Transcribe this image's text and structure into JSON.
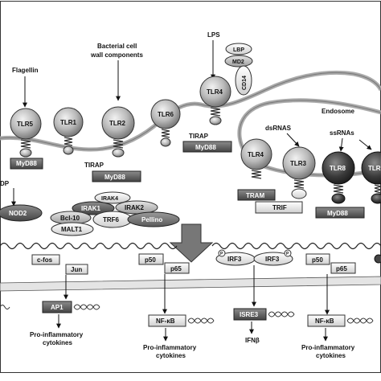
{
  "ligands": {
    "lps": "LPS",
    "flagellin": "Flagellin",
    "bacterial_line1": "Bacterial cell",
    "bacterial_line2": "wall components",
    "dsrnas": "dsRNAS",
    "ssrnas": "ssRNAs"
  },
  "co_receptors": {
    "lbp": "LBP",
    "md2": "MD2",
    "cd14": "CD14"
  },
  "receptors": {
    "tlr5": "TLR5",
    "tlr1": "TLR1",
    "tlr2": "TLR2",
    "tlr6": "TLR6",
    "tlr4": "TLR4",
    "tlr4_endo": "TLR4",
    "tlr3": "TLR3",
    "tlr8": "TLR8",
    "tlr_cut": "TLR"
  },
  "compartments": {
    "endosome": "Endosome"
  },
  "adaptors": {
    "myd88_tlr5": "MyD88",
    "tirap_left": "TIRAP",
    "myd88_tlr2": "MyD88",
    "tirap_right": "TIRAP",
    "myd88_tlr4": "MyD88",
    "tram": "TRAM",
    "trif": "TRIF",
    "myd88_endo": "MyD88"
  },
  "signaling": {
    "dp_fragment": "DP",
    "nod2": "NOD2",
    "irak4": "IRAK4",
    "irak1": "IRAK1",
    "irak2": "IRAK2",
    "bcl10": "Bcl-10",
    "trf6": "TRF6",
    "pellino": "Pellino",
    "malt1": "MALT1"
  },
  "transcription": {
    "cfos": "c-fos",
    "jun": "Jun",
    "p50_a": "p50",
    "p65_a": "p65",
    "irf3_a": "IRF3",
    "irf3_b": "IRF3",
    "p50_b": "p50",
    "p65_b": "p65",
    "p_mark": "P"
  },
  "promoters": {
    "ap1": "AP1",
    "nfkb_a": "NF-κB",
    "isre3": "ISRE3",
    "nfkb_b": "NF-κB"
  },
  "outputs": {
    "pro_infl_a_1": "Pro-inflammatory",
    "pro_infl_a_2": "cytokines",
    "pro_infl_b_1": "Pro-inflammatory",
    "pro_infl_b_2": "cytokines",
    "ifnb": "IFNβ",
    "pro_infl_c_1": "Pro-inflammatory",
    "pro_infl_c_2": "cytokines"
  }
}
